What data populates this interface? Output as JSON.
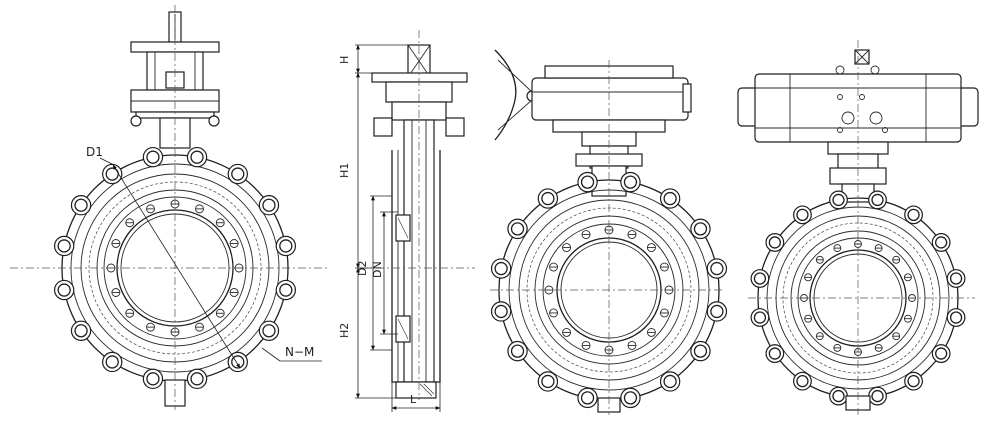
{
  "labels": {
    "d1": "D1",
    "nm": "N−M",
    "h": "H",
    "h1": "H1",
    "h2": "H2",
    "d2": "D2",
    "dn": "DN",
    "l": "L"
  }
}
